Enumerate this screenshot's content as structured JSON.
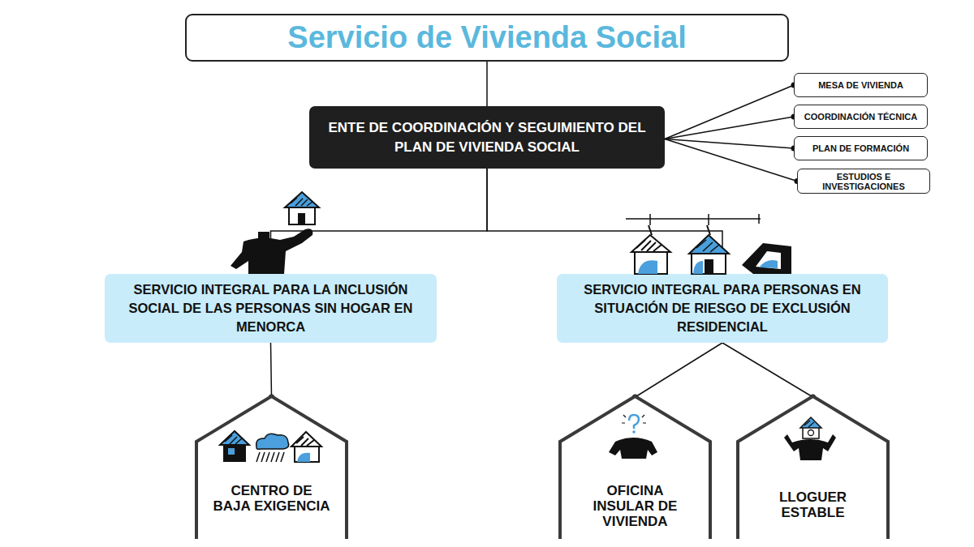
{
  "diagram": {
    "nodes": [
      {
        "text": [
          "Servicio de Vivienda Social"
        ]
      },
      {
        "text": [
          "ENTE DE COORDINACIÓN Y SEGUIMIENTO DEL PLAN DE VIVIENDA SOCIAL"
        ]
      },
      {
        "text": [
          "MESA DE VIVIENDA"
        ]
      },
      {
        "text": [
          "COORDINACIÓN TÉCNICA"
        ]
      },
      {
        "text": [
          "PLAN DE FORMACIÓN"
        ]
      },
      {
        "text": [
          "ESTUDIOS E INVESTIGACIONES"
        ]
      },
      {
        "text": [
          "SERVICIO INTEGRAL PARA LA INCLUSIÓN SOCIAL DE LAS PERSONAS SIN HOGAR EN MENORCA"
        ]
      },
      {
        "text": [
          "SERVICIO INTEGRAL PARA PERSONAS EN SITUACIÓN DE RIESGO DE EXCLUSIÓN RESIDENCIAL"
        ]
      },
      {
        "text": [
          "CENTRO DE BAJA EXIGENCIA"
        ]
      },
      {
        "text": [
          "OFICINA INSULAR DE VIVIENDA"
        ]
      },
      {
        "text": [
          "LLOGUER ESTABLE"
        ]
      }
    ],
    "edges": [
      {
        "from": 0,
        "to": 1,
        "arrow": "none"
      },
      {
        "from": 1,
        "to": 2,
        "arrow": "none"
      },
      {
        "from": 1,
        "to": 3,
        "arrow": "none"
      },
      {
        "from": 1,
        "to": 4,
        "arrow": "none"
      },
      {
        "from": 1,
        "to": 5,
        "arrow": "none"
      },
      {
        "from": 1,
        "to": 6,
        "arrow": "none"
      },
      {
        "from": 1,
        "to": 7,
        "arrow": "none"
      },
      {
        "from": 6,
        "to": 8,
        "arrow": "none"
      },
      {
        "from": 7,
        "to": 9,
        "arrow": "none"
      },
      {
        "from": 7,
        "to": 10,
        "arrow": "none"
      }
    ]
  }
}
